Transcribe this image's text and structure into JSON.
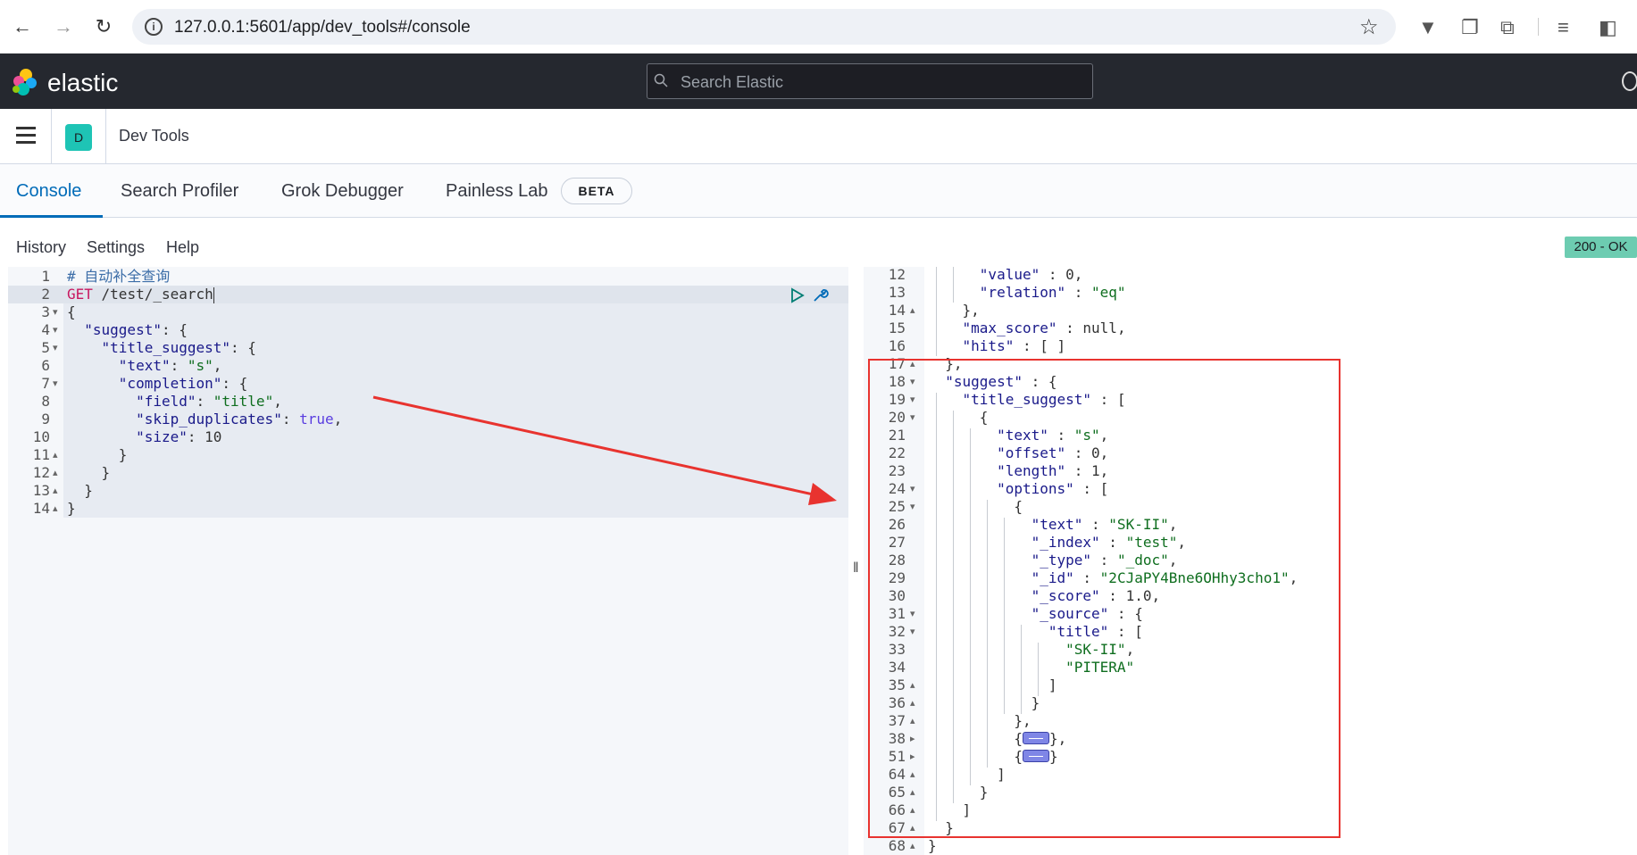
{
  "browser": {
    "url": "127.0.0.1:5601/app/dev_tools#/console"
  },
  "header": {
    "logo_text": "elastic",
    "search_placeholder": "Search Elastic"
  },
  "app_bar": {
    "space_initial": "D",
    "breadcrumb": "Dev Tools"
  },
  "tabs": [
    {
      "label": "Console",
      "active": true
    },
    {
      "label": "Search Profiler",
      "active": false
    },
    {
      "label": "Grok Debugger",
      "active": false
    },
    {
      "label": "Painless Lab",
      "active": false
    }
  ],
  "beta_badge": "BETA",
  "menu": {
    "history": "History",
    "settings": "Settings",
    "help": "Help"
  },
  "status": "200 - OK",
  "request": {
    "line_numbers": [
      "1",
      "2",
      "3",
      "4",
      "5",
      "6",
      "7",
      "8",
      "9",
      "10",
      "11",
      "12",
      "13",
      "14"
    ],
    "comment": "# 自动补全查询",
    "method": "GET",
    "path": " /test/_search"
  },
  "response": {
    "line_numbers": [
      "12",
      "13",
      "14",
      "15",
      "16",
      "17",
      "18",
      "19",
      "20",
      "21",
      "22",
      "23",
      "24",
      "25",
      "26",
      "27",
      "28",
      "29",
      "30",
      "31",
      "32",
      "33",
      "34",
      "35",
      "36",
      "37",
      "38",
      "51",
      "64",
      "65",
      "66",
      "67",
      "68"
    ]
  },
  "colors": {
    "header_bg": "#25282f",
    "accent": "#006bb8",
    "status_green": "#6dccb1",
    "annotation_red": "#e8332f"
  }
}
